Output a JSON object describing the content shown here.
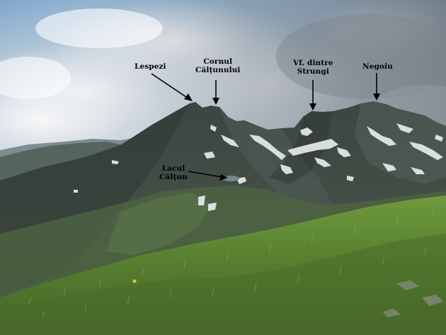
{
  "labels": {
    "lespezi": [
      "Lespezi"
    ],
    "cornul": [
      "Cornul",
      "Călţunului"
    ],
    "strungi": [
      "Vf. dintre",
      "Strungi"
    ],
    "negoiu": [
      "Negoiu"
    ],
    "lacul": [
      "Lacul",
      "Călţun"
    ]
  },
  "colors": {
    "sky_top": "#8fb3d3",
    "cloud": "#e9ecef",
    "cloud_dark": "#9ba3ab",
    "mountain_far": "#5c6a6e",
    "mountain": "#414c4a",
    "mountain_dark": "#2e3633",
    "slope_green": "#56704a",
    "grass": "#5f8a36",
    "grass_dark": "#3d5a22",
    "snow": "#e8ecef",
    "lake": "#6f8f8f",
    "arrow": "#000000"
  }
}
